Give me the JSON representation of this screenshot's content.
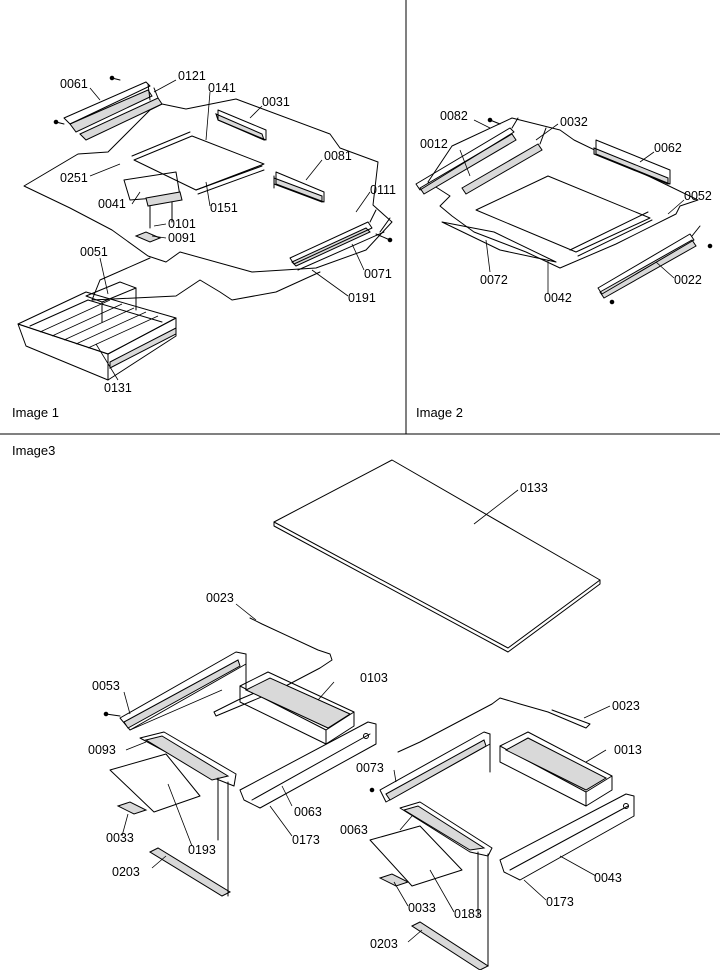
{
  "panels": {
    "image1": {
      "caption": "Image 1"
    },
    "image2": {
      "caption": "Image 2"
    },
    "image3": {
      "caption": "Image3"
    }
  },
  "callouts": {
    "image1": [
      "0061",
      "0121",
      "0141",
      "0031",
      "0081",
      "0251",
      "0041",
      "0151",
      "0101",
      "0091",
      "0111",
      "0071",
      "0051",
      "0191",
      "0131"
    ],
    "image2": [
      "0082",
      "0032",
      "0012",
      "0062",
      "0052",
      "0072",
      "0042",
      "0022"
    ],
    "image3": [
      "0133",
      "0023",
      "0053",
      "0103",
      "0093",
      "0063",
      "0033",
      "0193",
      "0173",
      "0203",
      "0023",
      "0013",
      "0073",
      "0063",
      "0043",
      "0173",
      "0033",
      "0183",
      "0203"
    ]
  }
}
